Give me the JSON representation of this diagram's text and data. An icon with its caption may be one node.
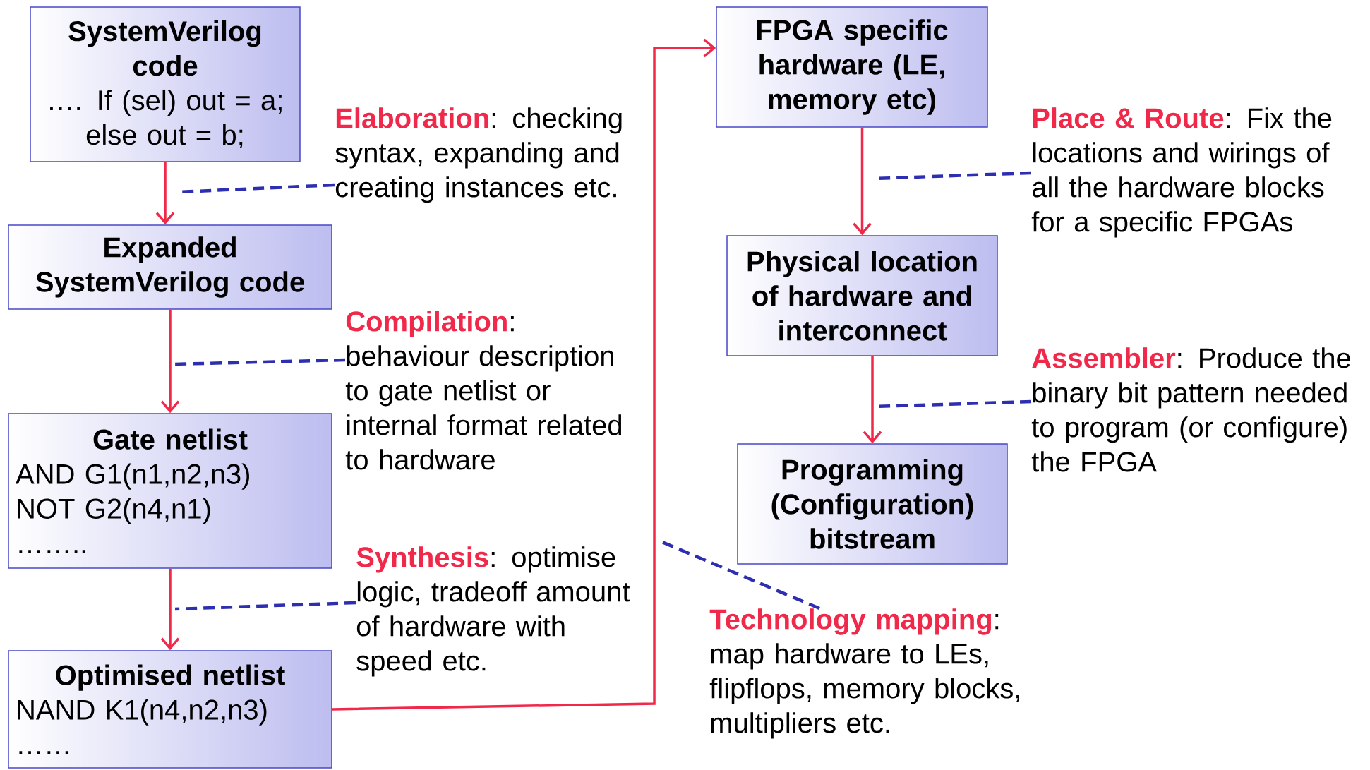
{
  "diagram": {
    "nodes": [
      {
        "text": [
          "SystemVerilog code",
          "…. If (sel) out = a;",
          "else out = b;"
        ]
      },
      {
        "text": [
          "Expanded SystemVerilog code"
        ]
      },
      {
        "text": [
          "Gate netlist",
          "AND G1(n1,n2,n3)",
          "NOT G2(n4,n1)",
          "…….."
        ]
      },
      {
        "text": [
          "Optimised netlist",
          "NAND K1(n4,n2,n3)",
          "……"
        ]
      },
      {
        "text": [
          "FPGA specific hardware (LE, memory etc)"
        ]
      },
      {
        "text": [
          "Physical location of hardware and interconnect"
        ]
      },
      {
        "text": [
          "Programming (Configuration) bitstream"
        ]
      },
      {
        "text": [
          "**Elaboration**: checking syntax, expanding and creating instances etc."
        ]
      },
      {
        "text": [
          "**Compilation**: behaviour description to gate netlist or internal format related to hardware"
        ]
      },
      {
        "text": [
          "**Synthesis**: optimise logic, tradeoff amount of hardware with speed etc."
        ]
      },
      {
        "text": [
          "**Technology mapping**: map hardware to LEs, flipflops, memory blocks, multipliers etc."
        ]
      },
      {
        "text": [
          "**Place & Route**: Fix the locations and wirings of all the hardware blocks for a specific FPGAs"
        ]
      },
      {
        "text": [
          "**Assembler**: Produce the binary bit pattern needed to program (or configure) the FPGA"
        ]
      }
    ],
    "edges": [
      {
        "from": 0,
        "to": 1,
        "arrow": "to"
      },
      {
        "from": 1,
        "to": 2,
        "arrow": "to"
      },
      {
        "from": 2,
        "to": 3,
        "arrow": "to"
      },
      {
        "from": 3,
        "to": 4,
        "arrow": "to"
      },
      {
        "from": 4,
        "to": 5,
        "arrow": "to"
      },
      {
        "from": 5,
        "to": 6,
        "arrow": "to"
      },
      {
        "from": 7,
        "to": null,
        "arrow": "none",
        "style": "dashed",
        "color": "#2e2eb0"
      },
      {
        "from": 8,
        "to": null,
        "arrow": "none",
        "style": "dashed",
        "color": "#2e2eb0"
      },
      {
        "from": 9,
        "to": null,
        "arrow": "none",
        "style": "dashed",
        "color": "#2e2eb0"
      },
      {
        "from": 10,
        "to": null,
        "arrow": "none",
        "style": "dashed",
        "color": "#2e2eb0"
      },
      {
        "from": 11,
        "to": null,
        "arrow": "none",
        "style": "dashed",
        "color": "#2e2eb0"
      },
      {
        "from": 12,
        "to": null,
        "arrow": "none",
        "style": "dashed",
        "color": "#2e2eb0"
      }
    ]
  }
}
